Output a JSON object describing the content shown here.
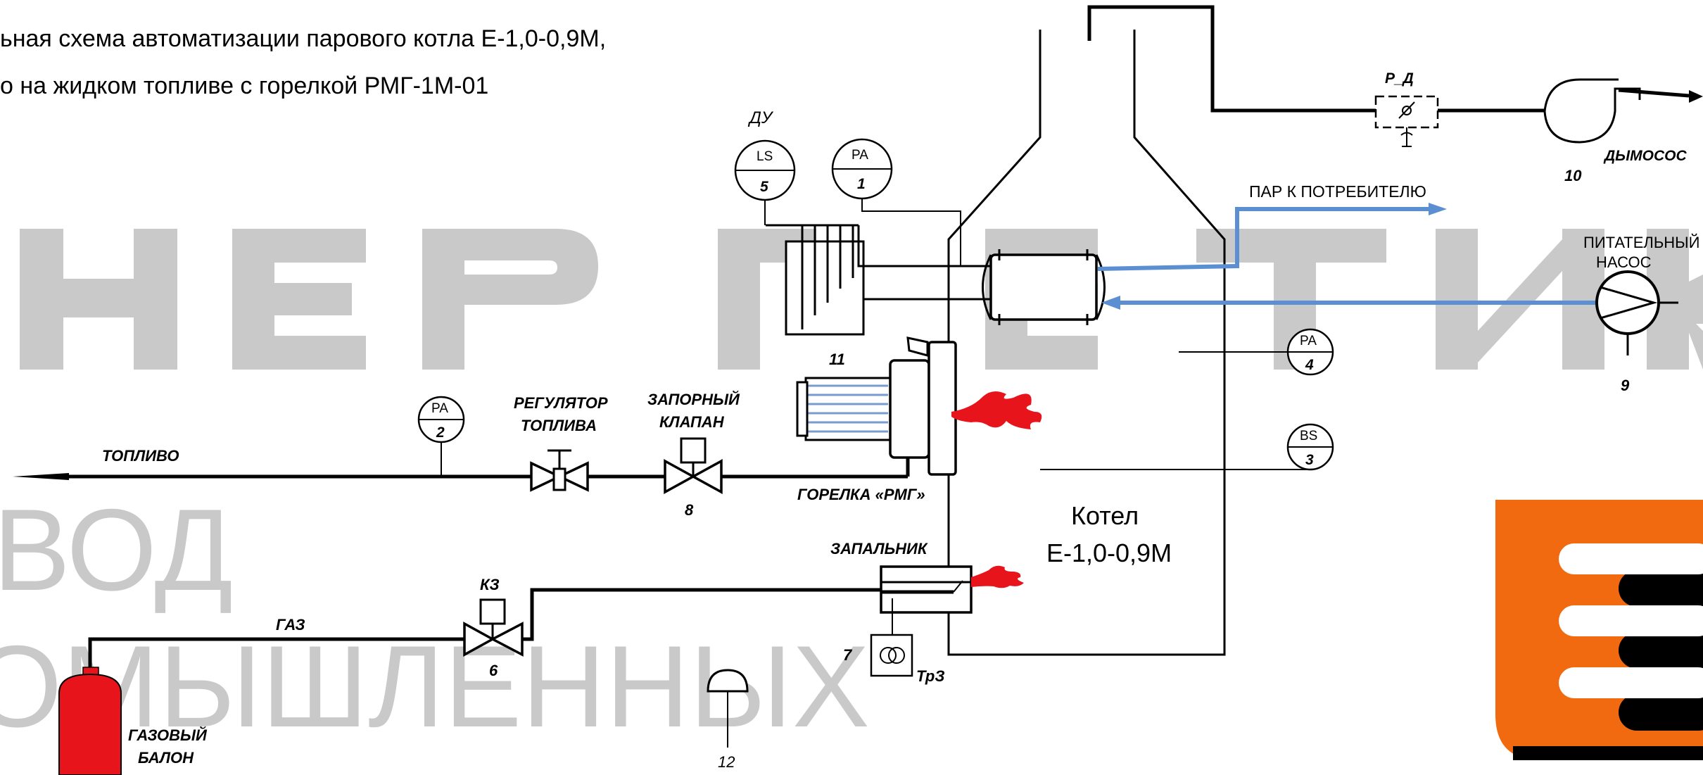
{
  "title_lines": [
    "ьная схема автоматизации парового котла Е-1,0-0,9М,",
    "о на жидком топливе с горелкой РМГ-1М-01"
  ],
  "watermark": {
    "big_letters": [
      "Н",
      "Е",
      "Р",
      "Г",
      "Е",
      "Т",
      "И",
      "К"
    ],
    "line1": "ВОД",
    "line2": "ОМЫШЛЕННЫХ"
  },
  "labels": {
    "du": "ДУ",
    "steam_to_consumer": "ПАР К ПОТРЕБИТЕЛЮ",
    "feed_pump_1": "ПИТАТЕЛЬНЫЙ",
    "feed_pump_2": "НАСОС",
    "smoke_exhauster": "ДЫМОСОС",
    "r_d": "Р_Д",
    "fuel": "ТОПЛИВО",
    "fuel_regulator_1": "РЕГУЛЯТОР",
    "fuel_regulator_2": "ТОПЛИВА",
    "shutoff_valve_1": "ЗАПОРНЫЙ",
    "shutoff_valve_2": "КЛАПАН",
    "burner": "ГОРЕЛКА «РМГ»",
    "igniter": "ЗАПАЛЬНИК",
    "boiler_1": "Котел",
    "boiler_2": "Е-1,0-0,9М",
    "gas": "ГАЗ",
    "kz": "КЗ",
    "gas_cylinder_1": "ГАЗОВЫЙ",
    "gas_cylinder_2": "БАЛОН",
    "trz": "ТрЗ"
  },
  "instruments": [
    {
      "code": "LS",
      "num": "5"
    },
    {
      "code": "PA",
      "num": "1"
    },
    {
      "code": "PA",
      "num": "2"
    },
    {
      "code": "PA",
      "num": "4"
    },
    {
      "code": "BS",
      "num": "3"
    }
  ],
  "numbers": {
    "n6": "6",
    "n7": "7",
    "n8": "8",
    "n9": "9",
    "n10": "10",
    "n11": "11",
    "n12": "12"
  },
  "colors": {
    "line": "#000000",
    "steam_water": "#5b8fd1",
    "flame": "#e8141b",
    "cylinder": "#e8141b",
    "watermark": "#c9c9c9",
    "logo_orange": "#f26a10"
  }
}
